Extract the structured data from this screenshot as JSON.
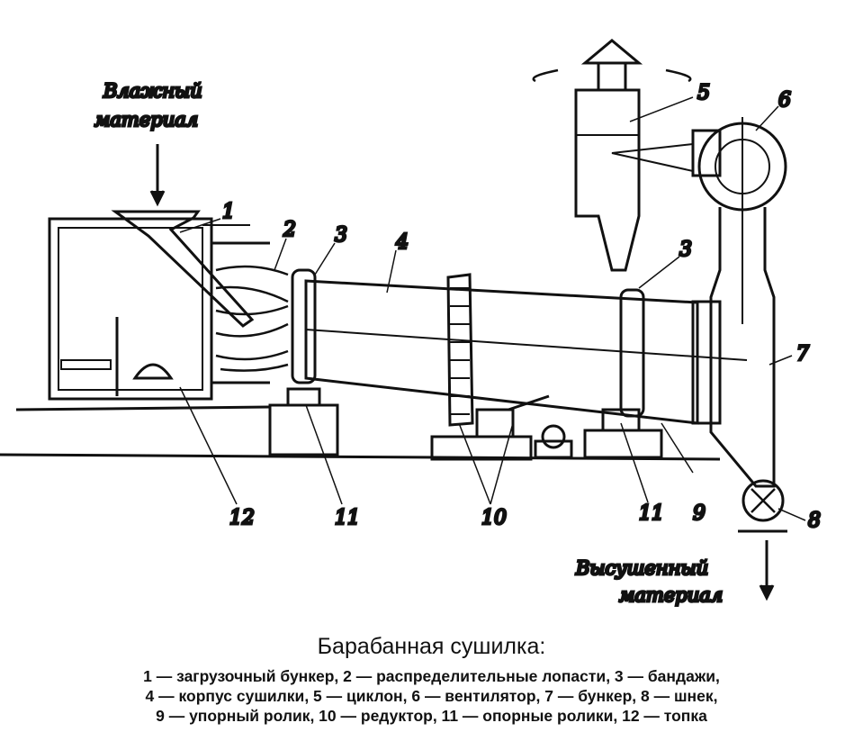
{
  "diagram": {
    "input_label": [
      "Влажный",
      "материал"
    ],
    "output_label": [
      "Высушенный",
      "материал"
    ],
    "callouts": [
      "1",
      "2",
      "3",
      "4",
      "3",
      "5",
      "6",
      "7",
      "8",
      "9",
      "11",
      "10",
      "11",
      "12"
    ]
  },
  "caption": {
    "title": "Барабанная сушилка:",
    "lines": [
      "1 — загрузочный бункер, 2 — распределительные лопасти, 3 — бандажи,",
      "4 — корпус сушилки, 5 — циклон, 6 — вентилятор, 7 — бункер, 8 — шнек,",
      "9 — упорный ролик, 10 — редуктор, 11 — опорные ролики, 12 — топка"
    ]
  }
}
